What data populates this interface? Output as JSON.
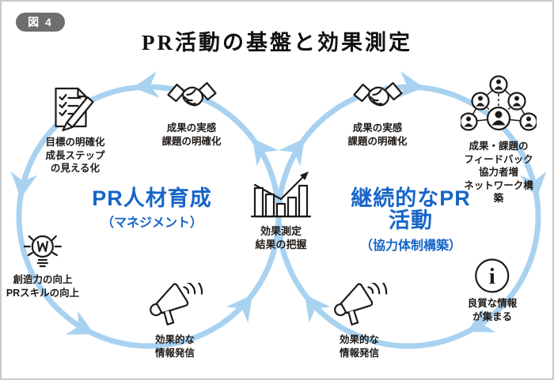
{
  "figure_label": "図 4",
  "title": "PR活動の基盤と効果測定",
  "colors": {
    "accent_blue": "#1665c8",
    "arc_blue": "#a9d2f1",
    "badge_gray": "#6e6e6e",
    "ink": "#1e1a17"
  },
  "left_cycle": {
    "heading": "PR人材育成",
    "subheading": "（マネジメント）",
    "nodes": [
      {
        "icon": "checklist-pencil-icon",
        "label": "目標の明確化\n成長ステップ\nの見える化"
      },
      {
        "icon": "handshake-icon",
        "label": "成果の実感\n課題の明確化"
      },
      {
        "icon": "lightbulb-icon",
        "label": "創造力の向上\nPRスキルの向上"
      },
      {
        "icon": "megaphone-icon",
        "label": "効果的な\n情報発信"
      }
    ]
  },
  "right_cycle": {
    "heading": "継続的なPR活動",
    "subheading": "（協力体制構築）",
    "nodes": [
      {
        "icon": "handshake-icon",
        "label": "成果の実感\n課題の明確化"
      },
      {
        "icon": "network-icon",
        "label": "成果・課題の\nフィードバック\n協力者増\nネットワーク構築"
      },
      {
        "icon": "info-icon",
        "label": "良質な情報\nが集まる"
      },
      {
        "icon": "megaphone-icon",
        "label": "効果的な\n情報発信"
      }
    ]
  },
  "center": {
    "icon": "bar-chart-icon",
    "label": "効果測定\n結果の把握"
  }
}
